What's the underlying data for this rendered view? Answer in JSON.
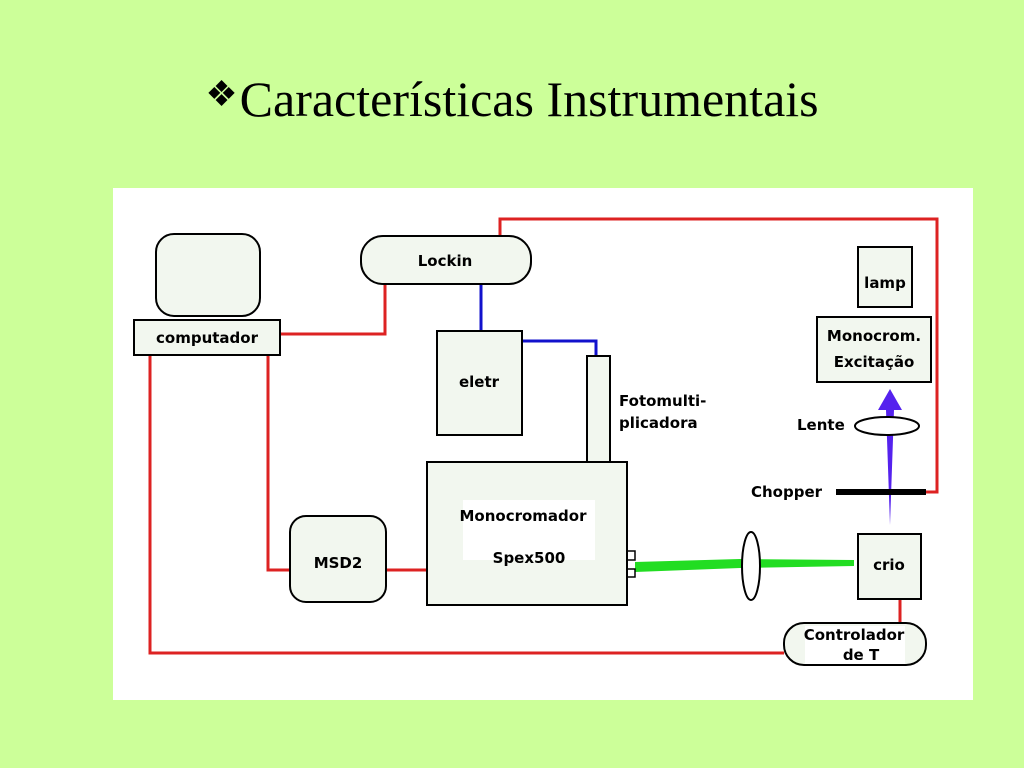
{
  "slide": {
    "bullet": "❖",
    "title": "Características Instrumentais"
  },
  "diagram": {
    "labels": {
      "computer": "computador",
      "lockin": "Lockin",
      "electronics": "eletr",
      "photomultiplier_line1": "Fotomulti-",
      "photomultiplier_line2": "plicadora",
      "lamp": "lamp",
      "monochromator_excitation_line1": "Monocrom.",
      "monochromator_excitation_line2": "Excitação",
      "lens": "Lente",
      "chopper": "Chopper",
      "monochromator": "Monocromador",
      "spex": "Spex500",
      "msd2": "MSD2",
      "cryostat": "crio",
      "controller_line1": "Controlador",
      "controller_line2": "de T"
    },
    "colors": {
      "signal_wire": "#dd2222",
      "data_wire": "#1111cc",
      "emission_beam": "#22dd22",
      "excitation_beam": "#5522ee",
      "panel_background": "#ffffff",
      "box_fill": "#f2f7ef"
    }
  }
}
